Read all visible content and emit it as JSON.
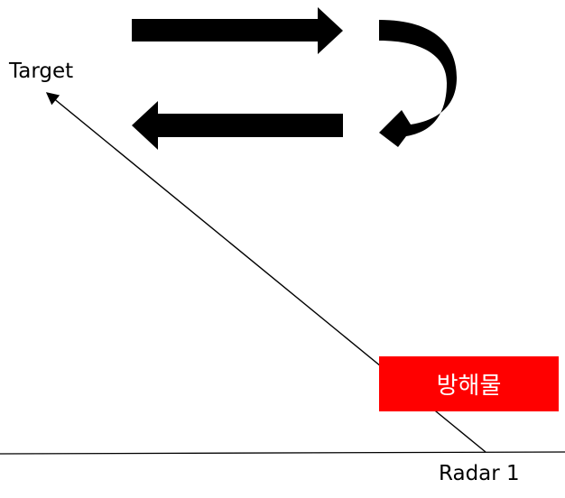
{
  "labels": {
    "target": "Target",
    "radar": "Radar 1",
    "obstacle": "방해물"
  },
  "colors": {
    "line": "#000000",
    "arrow_fill": "#000000",
    "obstacle_fill": "#ff0000",
    "obstacle_text": "#ffffff",
    "background": "#ffffff"
  },
  "icons": {
    "top_arrow": "right-block-arrow-icon",
    "bottom_arrow": "left-block-arrow-icon",
    "return_arrow": "curved-u-turn-arrow-icon"
  }
}
